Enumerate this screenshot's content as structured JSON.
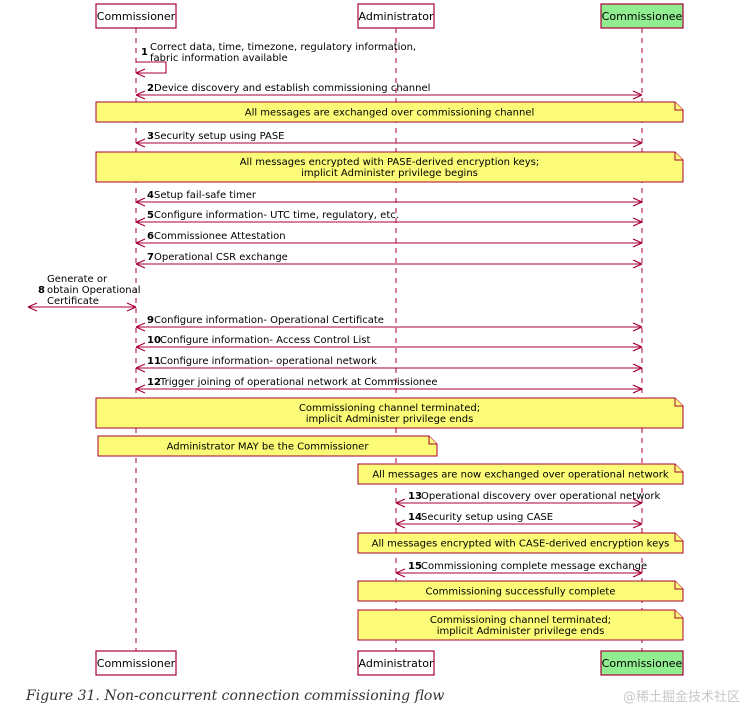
{
  "participants": [
    {
      "id": "commissioner",
      "label": "Commissioner",
      "fill": "#fefefe",
      "stroke": "#a80036"
    },
    {
      "id": "administrator",
      "label": "Administrator",
      "fill": "#fefefe",
      "stroke": "#a80036"
    },
    {
      "id": "commissionee",
      "label": "Commissionee",
      "fill": "#90ee90",
      "stroke": "#a80036"
    }
  ],
  "messages": [
    {
      "num": "1",
      "lines": [
        "Correct data, time, timezone, regulatory information,",
        "fabric information available"
      ]
    },
    {
      "num": "2",
      "lines": [
        "Device discovery and establish commissioning channel"
      ]
    },
    {
      "num": "3",
      "lines": [
        "Security setup using PASE"
      ]
    },
    {
      "num": "4",
      "lines": [
        "Setup fail-safe timer"
      ]
    },
    {
      "num": "5",
      "lines": [
        "Configure information- UTC time, regulatory, etc."
      ]
    },
    {
      "num": "6",
      "lines": [
        "Commissionee Attestation"
      ]
    },
    {
      "num": "7",
      "lines": [
        "Operational CSR exchange"
      ]
    },
    {
      "num": "8",
      "lines": [
        "Generate or",
        "obtain Operational",
        "Certificate"
      ]
    },
    {
      "num": "9",
      "lines": [
        "Configure information- Operational Certificate"
      ]
    },
    {
      "num": "10",
      "lines": [
        "Configure information- Access Control List"
      ]
    },
    {
      "num": "11",
      "lines": [
        "Configure information- operational network"
      ]
    },
    {
      "num": "12",
      "lines": [
        "Trigger joining of operational network at Commissionee"
      ]
    },
    {
      "num": "13",
      "lines": [
        "Operational discovery over operational network"
      ]
    },
    {
      "num": "14",
      "lines": [
        "Security setup using CASE"
      ]
    },
    {
      "num": "15",
      "lines": [
        "Commissioning complete message exchange"
      ]
    }
  ],
  "notes": [
    {
      "lines": [
        "All messages are exchanged over commissioning channel"
      ]
    },
    {
      "lines": [
        "All messages encrypted with PASE-derived encryption keys;",
        "implicit Administer privilege begins"
      ]
    },
    {
      "lines": [
        "Commissioning channel terminated;",
        "implicit Administer privilege ends"
      ]
    },
    {
      "lines": [
        "Administrator MAY be the Commissioner"
      ]
    },
    {
      "lines": [
        "All messages are now exchanged over operational network"
      ]
    },
    {
      "lines": [
        "All messages encrypted with CASE-derived encryption keys"
      ]
    },
    {
      "lines": [
        "Commissioning successfully complete"
      ]
    },
    {
      "lines": [
        "Commissioning channel terminated;",
        "implicit Administer privilege ends"
      ]
    }
  ],
  "colors": {
    "arrow": "#a80036",
    "lifeline": "#a80036",
    "note_fill": "#fbfb77",
    "note_stroke": "#a80036",
    "text": "#000000"
  },
  "caption": "Figure 31. Non-concurrent connection commissioning flow",
  "watermark": "@稀土掘金技术社区"
}
